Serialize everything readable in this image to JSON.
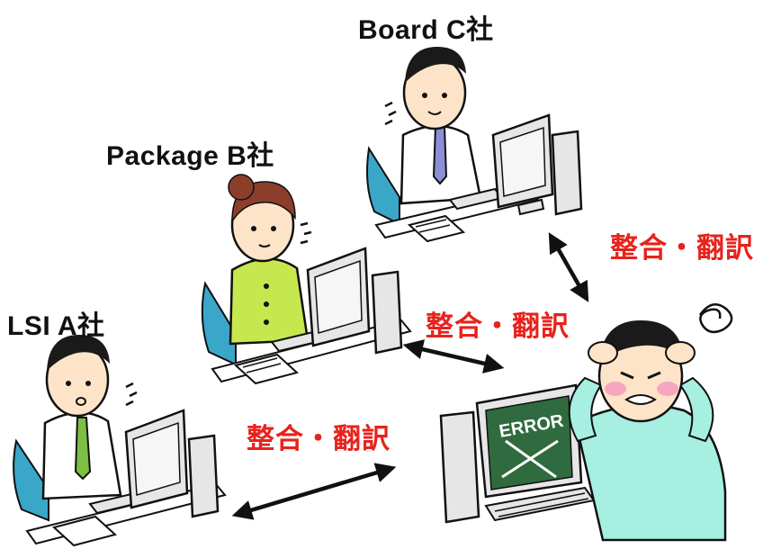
{
  "companies": {
    "c": "Board C社",
    "b": "Package B社",
    "a": "LSI A社"
  },
  "actions": {
    "label": "整合・翻訳",
    "color": "#e8221c"
  },
  "screen": {
    "error_text": "ERROR"
  },
  "colors": {
    "desk": "#3aa7c9",
    "monitor": "#e6e6e6",
    "shirt_woman": "#c6e84e",
    "shirt_man": "#a6efe1",
    "screen_error": "#2f6b3e",
    "tie": "#8a8fd6"
  }
}
